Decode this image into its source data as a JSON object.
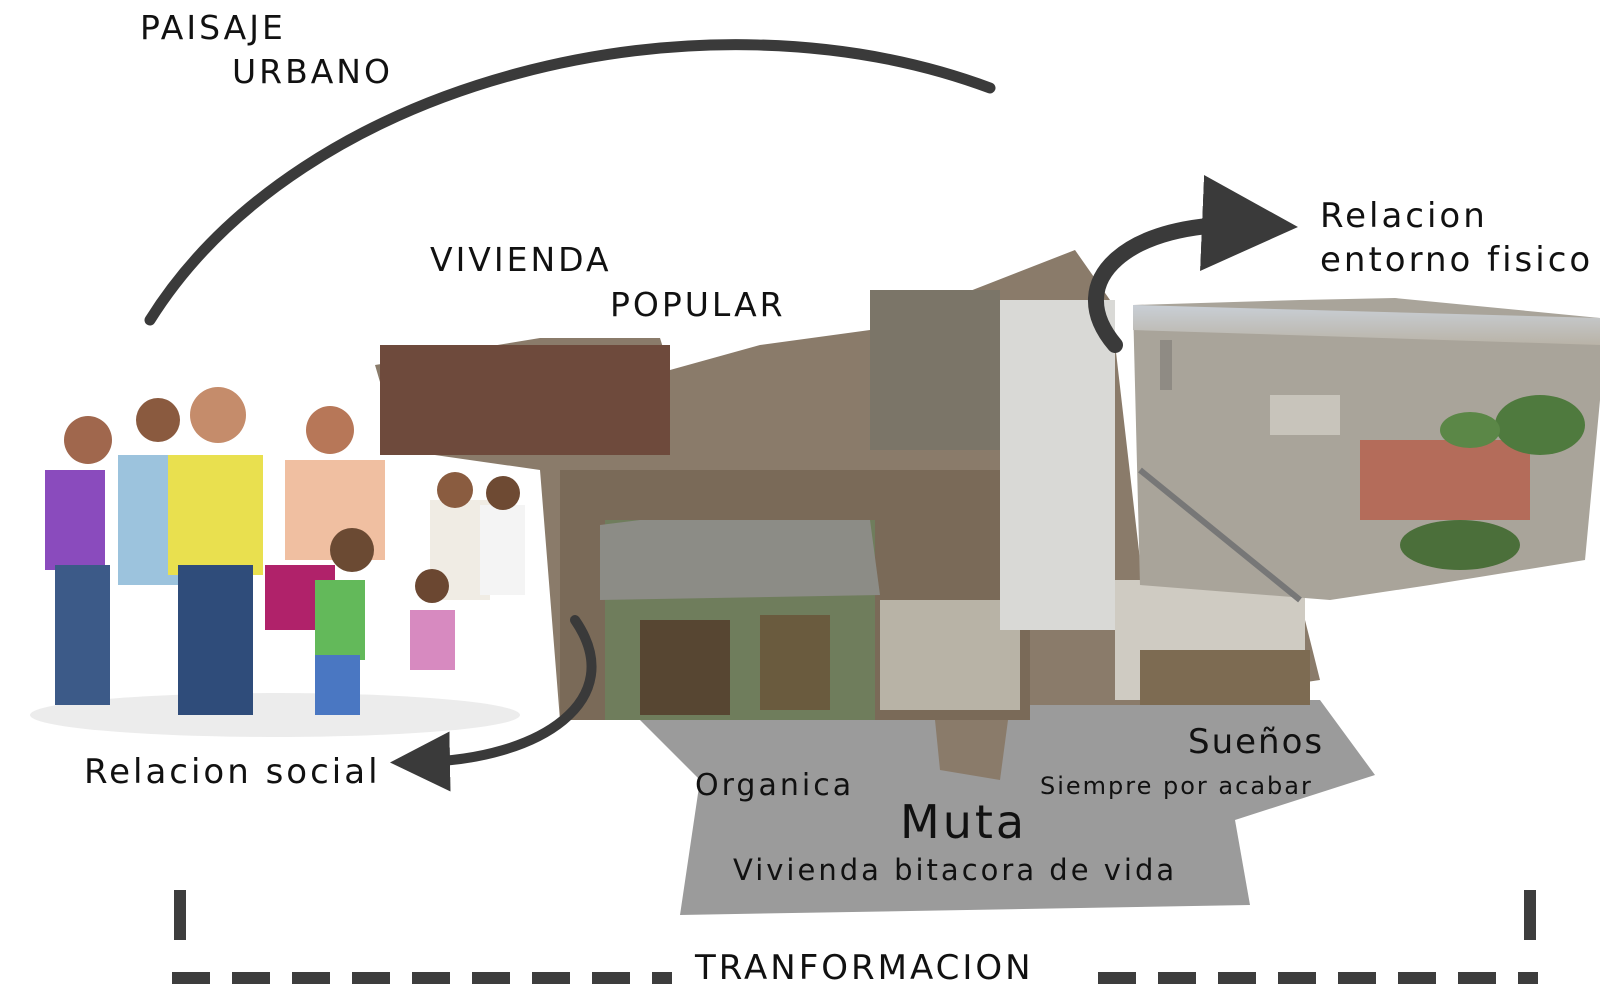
{
  "labels": {
    "paisaje_line1": "PAISAJE",
    "paisaje_line2": "URBANO",
    "vivienda_line1": "VIVIENDA",
    "vivienda_line2": "POPULAR",
    "relacion_line1": "Relacion",
    "relacion_line2": "entorno fisico",
    "relacion_social": "Relacion social",
    "organica": "Organica",
    "suenos": "Sueños",
    "siempre": "Siempre por acabar",
    "muta": "Muta",
    "bitacora": "Vivienda bitacora de vida",
    "tranformacion": "TRANFORMACION"
  },
  "images": {
    "people": "people-group-photo",
    "housing": "informal-housing-photo",
    "city": "aerial-city-photo"
  },
  "colors": {
    "arrow": "#3a3a3a",
    "panel": "#9b9b9b",
    "dash": "#3d3d3d"
  }
}
